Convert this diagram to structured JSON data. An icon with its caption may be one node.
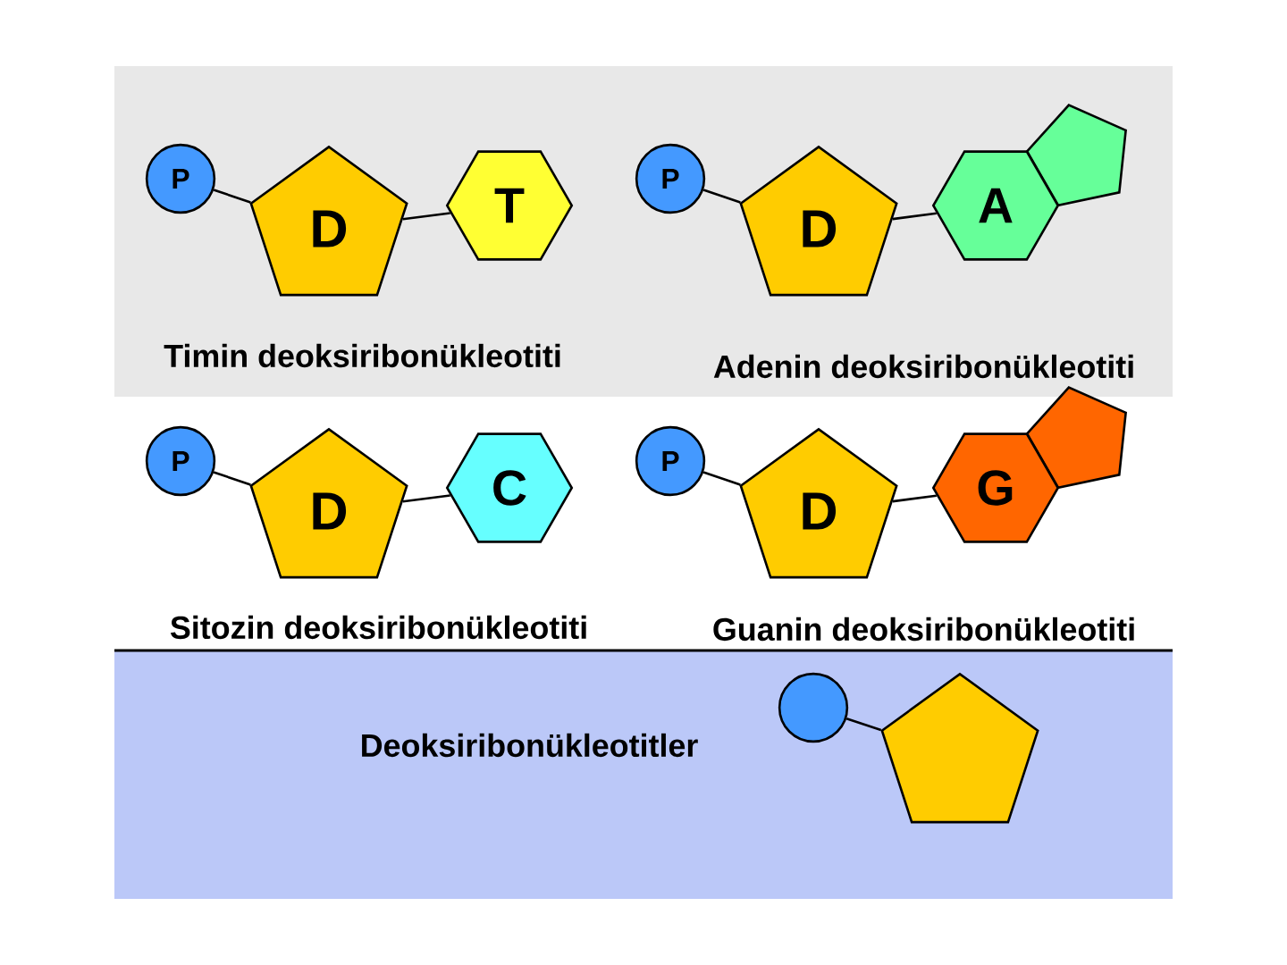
{
  "diagram": {
    "nodes": [
      {
        "text": [
          "P"
        ]
      },
      {
        "text": [
          "D"
        ]
      },
      {
        "text": [
          "T"
        ]
      },
      {
        "text": [
          "P"
        ]
      },
      {
        "text": [
          "D"
        ]
      },
      {
        "text": [
          "A"
        ]
      },
      {
        "text": [],
        "shape": "pentagon"
      },
      {
        "text": [
          "P"
        ]
      },
      {
        "text": [
          "D"
        ]
      },
      {
        "text": [
          "C"
        ]
      },
      {
        "text": [
          "P"
        ]
      },
      {
        "text": [
          "D"
        ]
      },
      {
        "text": [
          "G"
        ]
      },
      {
        "text": [],
        "shape": "pentagon"
      },
      {
        "text": [],
        "shape": "circle"
      },
      {
        "text": [],
        "shape": "pentagon"
      }
    ],
    "edges": [
      {
        "from": 0,
        "to": 1,
        "arrow": "none"
      },
      {
        "from": 1,
        "to": 2,
        "arrow": "none"
      },
      {
        "from": 3,
        "to": 4,
        "arrow": "none"
      },
      {
        "from": 4,
        "to": 5,
        "arrow": "none"
      },
      {
        "from": 7,
        "to": 8,
        "arrow": "none"
      },
      {
        "from": 8,
        "to": 9,
        "arrow": "none"
      },
      {
        "from": 10,
        "to": 11,
        "arrow": "none"
      },
      {
        "from": 11,
        "to": 12,
        "arrow": "none"
      },
      {
        "from": 14,
        "to": 15,
        "arrow": "none"
      }
    ],
    "labels": [
      "Timin deoksiribonükleotiti",
      "Adenin deoksiribonükleotiti",
      "Sitozin deoksiribonükleotiti",
      "Guanin deoksiribonükleotiti",
      "Deoksiribonükleotitler"
    ]
  }
}
